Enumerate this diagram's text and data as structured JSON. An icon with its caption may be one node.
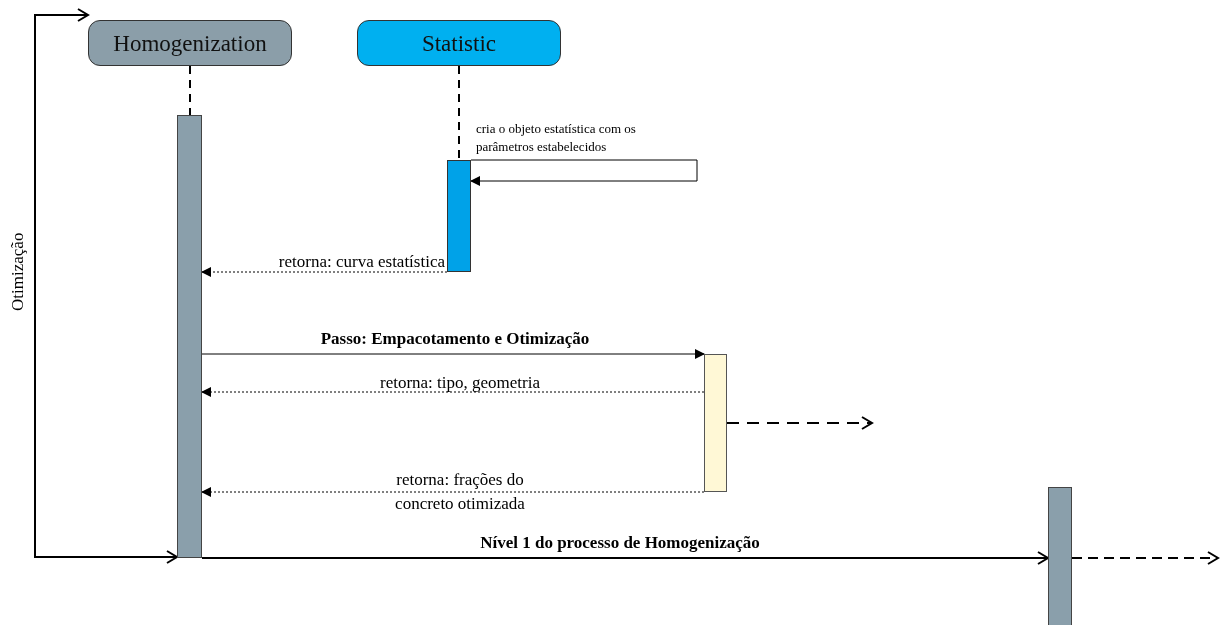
{
  "diagram": {
    "nodes": [
      {
        "text": [
          "Homogenization"
        ]
      },
      {
        "text": [
          "Statistic"
        ]
      },
      {
        "text": [],
        "shape": "bar"
      },
      {
        "text": [],
        "shape": "bar"
      },
      {
        "text": [],
        "shape": "bar"
      },
      {
        "text": [],
        "shape": "bar"
      }
    ],
    "edges": [
      {
        "from": 0,
        "to": 2,
        "arrow": "none",
        "style": "dashed"
      },
      {
        "from": 1,
        "to": 3,
        "arrow": "none",
        "style": "dashed"
      },
      {
        "from": 3,
        "to": 3,
        "arrow": "to",
        "label": "cria o objeto estatística com os parâmetros estabelecidos"
      },
      {
        "from": 3,
        "to": 2,
        "arrow": "to",
        "style": "dashed",
        "label": "retorna: curva estatística"
      },
      {
        "from": 2,
        "to": 4,
        "arrow": "to",
        "label": "Passo: Empacotamento e Otimização"
      },
      {
        "from": 4,
        "to": 2,
        "arrow": "to",
        "style": "dashed",
        "label": "retorna: tipo, geometria"
      },
      {
        "from": 4,
        "to": null,
        "arrow": "to",
        "style": "dashed"
      },
      {
        "from": 4,
        "to": 2,
        "arrow": "to",
        "style": "dashed",
        "label": "retorna: frações do concreto otimizada"
      },
      {
        "from": 2,
        "to": 5,
        "arrow": "to",
        "label": "Nível 1 do processo de Homogenização"
      },
      {
        "from": 5,
        "to": null,
        "arrow": "to",
        "style": "dashed"
      },
      {
        "from": 2,
        "to": 0,
        "arrow": "both",
        "label": "Otimização"
      }
    ]
  }
}
